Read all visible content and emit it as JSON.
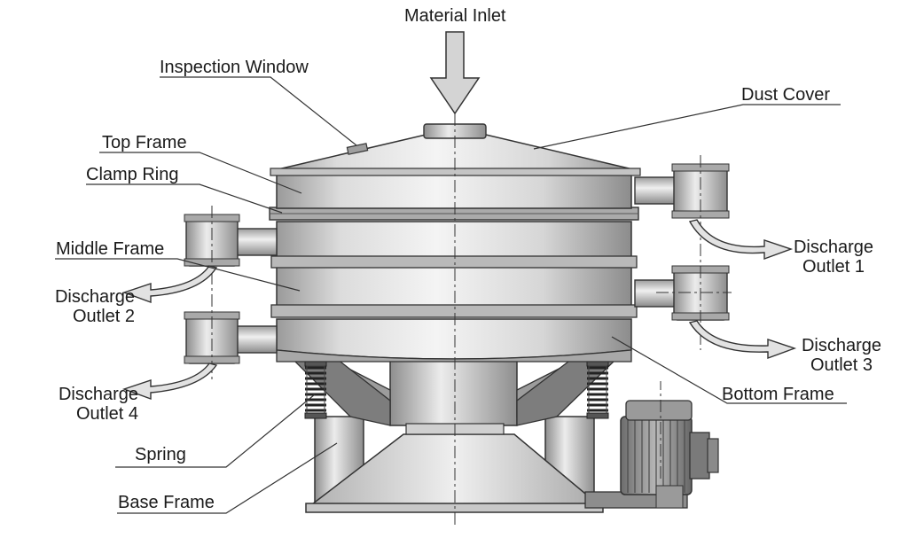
{
  "labels": {
    "material_inlet": "Material Inlet",
    "inspection_window": "Inspection Window",
    "dust_cover": "Dust Cover",
    "top_frame": "Top Frame",
    "clamp_ring": "Clamp Ring",
    "middle_frame": "Middle Frame",
    "discharge_outlet_1": [
      "Discharge",
      "Outlet 1"
    ],
    "discharge_outlet_2": [
      "Discharge",
      "Outlet 2"
    ],
    "discharge_outlet_3": [
      "Discharge",
      "Outlet 3"
    ],
    "discharge_outlet_4": [
      "Discharge",
      "Outlet 4"
    ],
    "bottom_frame": "Bottom Frame",
    "spring": "Spring",
    "base_frame": "Base Frame"
  },
  "colors": {
    "metal_light": "#eeeeee",
    "metal_mid": "#cfcfcf",
    "metal_dark": "#8f8f8f",
    "outline": "#333333",
    "arrow_fill": "#d9d9d9"
  }
}
